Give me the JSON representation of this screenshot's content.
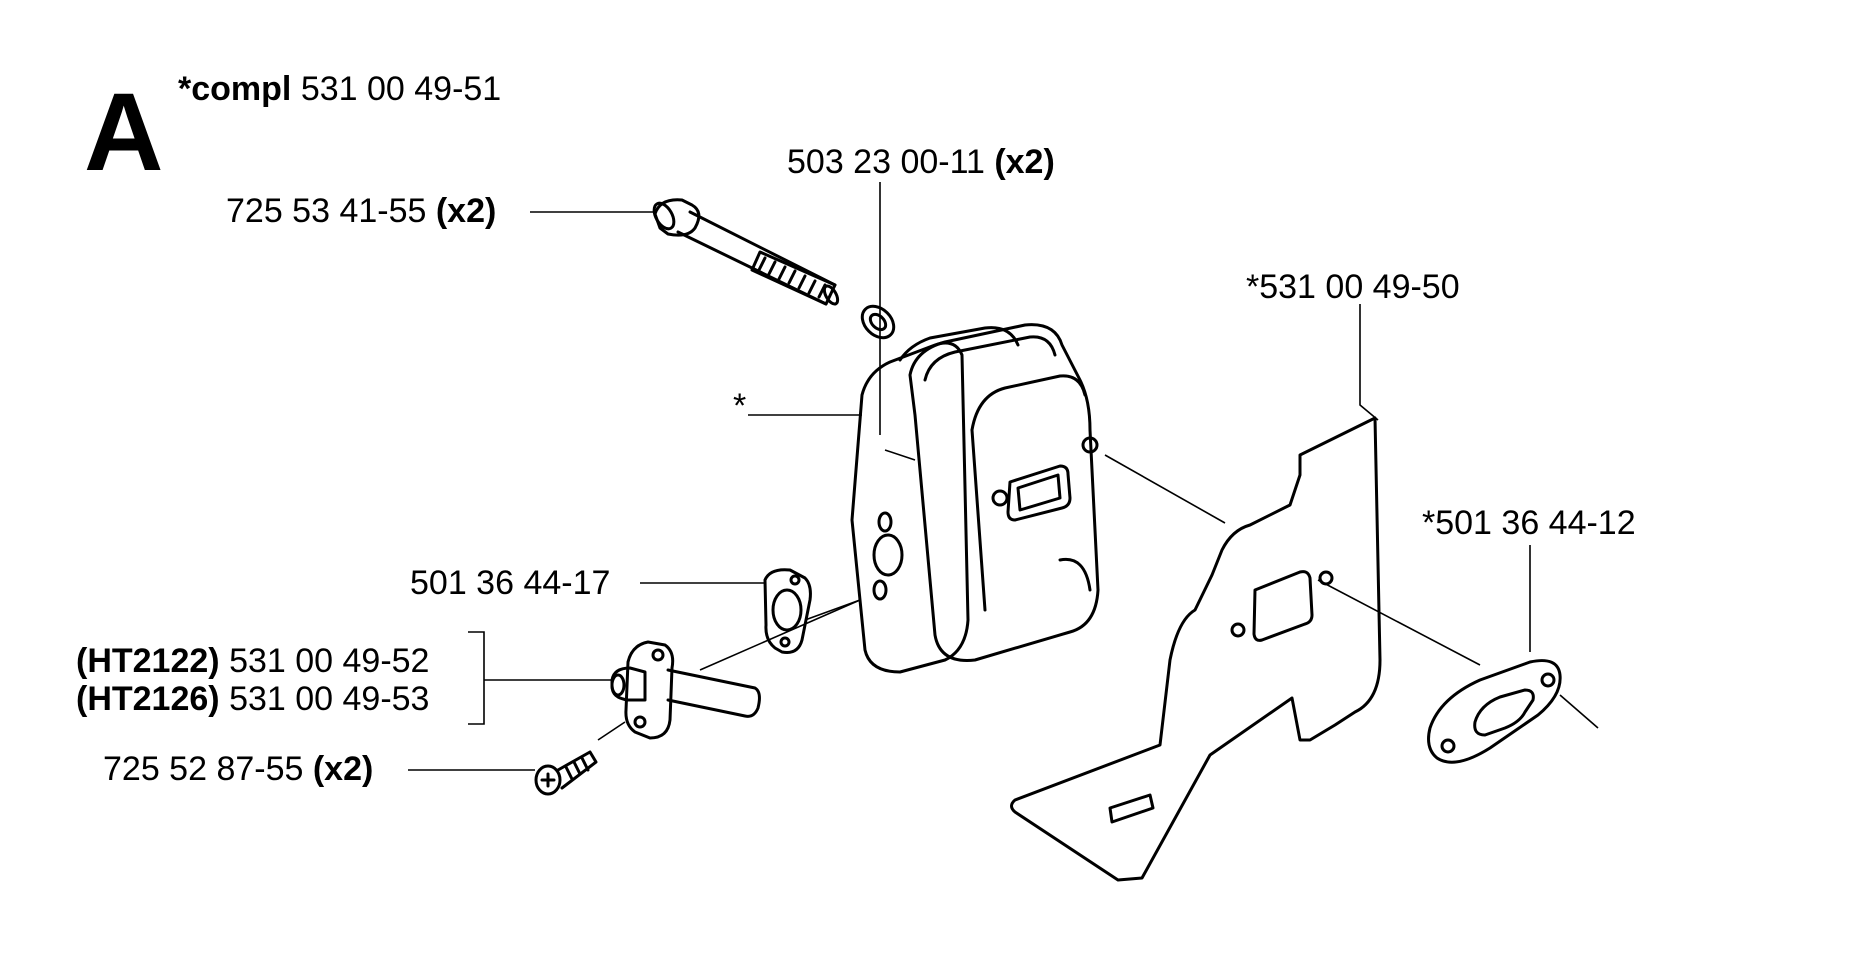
{
  "section": {
    "letter": "A"
  },
  "assembly": {
    "prefix": "*compl",
    "number": "531 00 49-51"
  },
  "callouts": {
    "bolt": {
      "number": "725 53 41-55",
      "qty": "(x2)"
    },
    "washer": {
      "number": "503 23 00-11",
      "qty": "(x2)"
    },
    "muffler": {
      "number": "*"
    },
    "bracket": {
      "number": "*531 00 49-50"
    },
    "gasket_small": {
      "number": "501 36 44-17"
    },
    "deflector_ht2122": {
      "model": "(HT2122)",
      "number": "531 00 49-52"
    },
    "deflector_ht2126": {
      "model": "(HT2126)",
      "number": "531 00 49-53"
    },
    "screw": {
      "number": "725 52 87-55",
      "qty": "(x2)"
    },
    "gasket_exhaust": {
      "number": "*501 36 44-12"
    }
  }
}
